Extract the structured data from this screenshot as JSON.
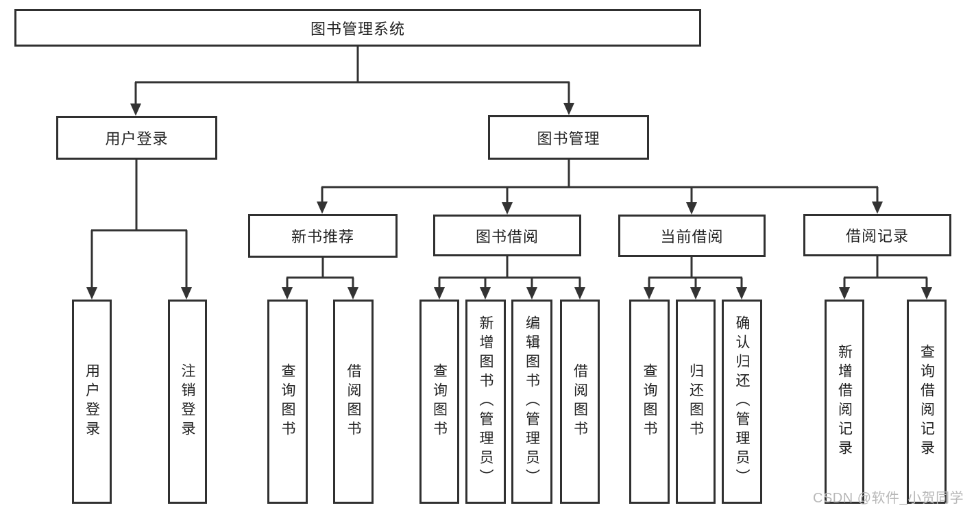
{
  "tree": {
    "root": "图书管理系统",
    "branches": [
      {
        "label": "用户登录",
        "children": [
          "用户登录",
          "注销登录"
        ]
      },
      {
        "label": "图书管理",
        "groups": [
          {
            "label": "新书推荐",
            "children": [
              "查询图书",
              "借阅图书"
            ]
          },
          {
            "label": "图书借阅",
            "children": [
              "查询图书",
              "新增图书（管理员）",
              "编辑图书（管理员）",
              "借阅图书"
            ]
          },
          {
            "label": "当前借阅",
            "children": [
              "查询图书",
              "归还图书",
              "确认归还（管理员）"
            ]
          },
          {
            "label": "借阅记录",
            "children": [
              "新增借阅记录",
              "查询借阅记录"
            ]
          }
        ]
      }
    ]
  },
  "watermark": "CSDN @软件_小贺同学",
  "colors": {
    "line": "#333333",
    "text": "#222222",
    "watermark": "#b8b8b8",
    "background": "#ffffff"
  }
}
